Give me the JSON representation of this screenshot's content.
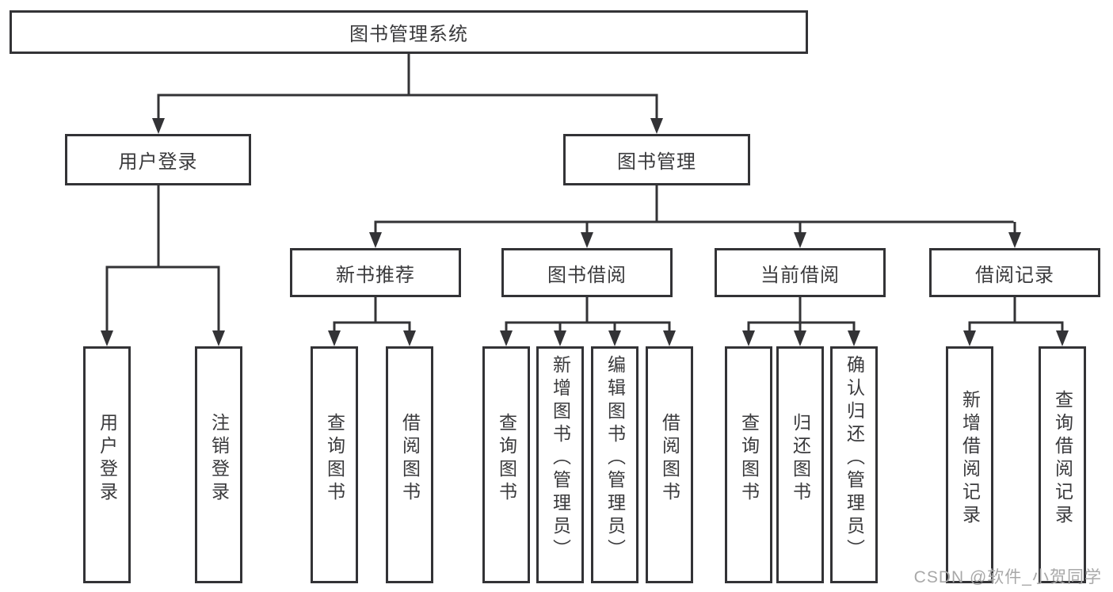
{
  "diagram": {
    "root": {
      "label": "图书管理系统"
    },
    "tier1": {
      "login": {
        "label": "用户登录"
      },
      "mgmt": {
        "label": "图书管理"
      }
    },
    "tier2": [
      {
        "label": "新书推荐"
      },
      {
        "label": "图书借阅"
      },
      {
        "label": "当前借阅"
      },
      {
        "label": "借阅记录"
      }
    ],
    "leaves": {
      "login": [
        {
          "label": "用户登录"
        },
        {
          "label": "注销登录"
        }
      ],
      "newbooks": [
        {
          "label": "查询图书"
        },
        {
          "label": "借阅图书"
        }
      ],
      "borrow": [
        {
          "label": "查询图书"
        },
        {
          "label": "新增图书（管理员）"
        },
        {
          "label": "编辑图书（管理员）"
        },
        {
          "label": "借阅图书"
        }
      ],
      "current": [
        {
          "label": "查询图书"
        },
        {
          "label": "归还图书"
        },
        {
          "label": "确认归还（管理员）"
        }
      ],
      "records": [
        {
          "label": "新增借阅记录"
        },
        {
          "label": "查询借阅记录"
        }
      ]
    },
    "watermark": "CSDN @软件_小贺同学",
    "colors": {
      "line": "#333336",
      "text": "#3a3a3c",
      "watermark": "#a8a8a8",
      "background": "#ffffff"
    }
  }
}
